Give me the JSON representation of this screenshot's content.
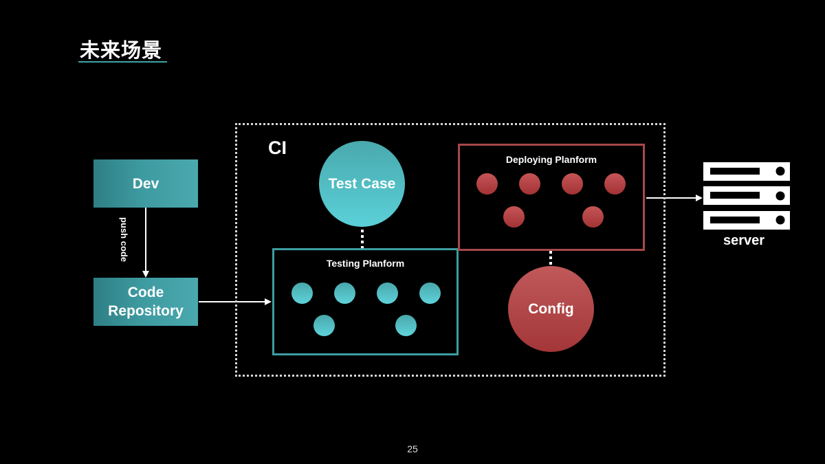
{
  "slide": {
    "title": "未来场景",
    "page_number": "25"
  },
  "colors": {
    "accent_teal": "#3d9ea2",
    "accent_red": "#a8474a",
    "background": "#000000"
  },
  "diagram": {
    "dev": {
      "label": "Dev"
    },
    "push_edge": {
      "label": "push code"
    },
    "repo": {
      "label": "Code\nRepository"
    },
    "ci": {
      "label": "CI"
    },
    "test_case": {
      "label": "Test Case"
    },
    "testing_platform": {
      "label": "Testing Planform",
      "node_count": 6
    },
    "deploying_platform": {
      "label": "Deploying Planform",
      "node_count": 6
    },
    "config": {
      "label": "Config"
    },
    "server": {
      "label": "server",
      "icon": "server-rack-icon",
      "units": 3
    }
  }
}
